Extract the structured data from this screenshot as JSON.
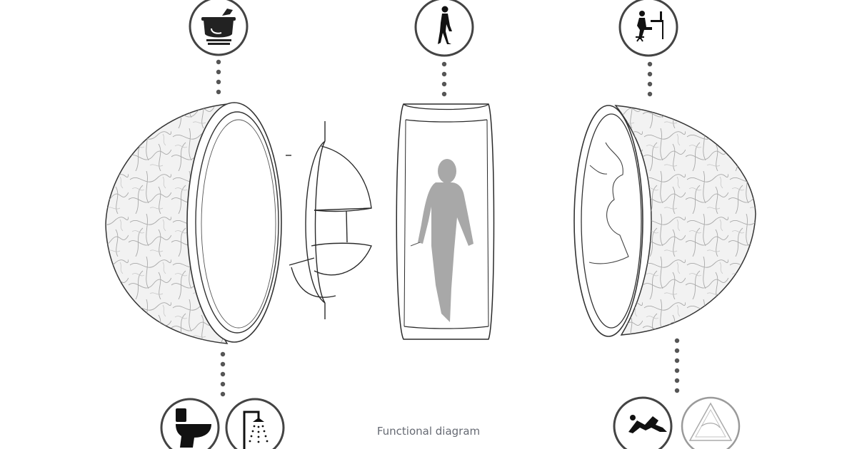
{
  "caption": "Functional diagram",
  "colors": {
    "icon_ring": "#444444",
    "dot": "#555555",
    "sketch_line": "#2a2a2a",
    "texture": "#9a9a9a",
    "silhouette": "#a8a8a8",
    "caption": "#666a73"
  },
  "icons": [
    {
      "name": "cooking-pot-icon",
      "meaning": "cooking"
    },
    {
      "name": "walking-person-icon",
      "meaning": "walking"
    },
    {
      "name": "desk-worker-icon",
      "meaning": "working at desk"
    },
    {
      "name": "toilet-icon",
      "meaning": "toilet"
    },
    {
      "name": "shower-icon",
      "meaning": "shower"
    },
    {
      "name": "reclining-person-icon",
      "meaning": "resting"
    },
    {
      "name": "triangle-emblem-icon",
      "meaning": "sleeping capsule"
    }
  ],
  "components": [
    "left-shell-half",
    "kitchen-module",
    "central-ring",
    "right-shell-half"
  ]
}
